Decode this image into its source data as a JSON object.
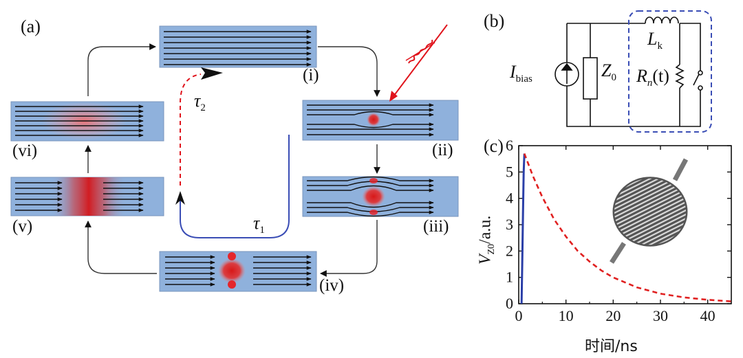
{
  "panel_a": {
    "label": "(a)",
    "stages": [
      "(i)",
      "(ii)",
      "(iii)",
      "(iv)",
      "(v)",
      "(vi)"
    ],
    "tau1": {
      "sym": "τ",
      "sub": "1"
    },
    "tau2": {
      "sym": "τ",
      "sub": "2"
    }
  },
  "panel_b": {
    "label": "(b)",
    "bias_current": {
      "sym": "I",
      "sub": "bias"
    },
    "impedance": {
      "sym": "Z",
      "sub": "0"
    },
    "kinetic_inductance": {
      "sym": "L",
      "sub": "k"
    },
    "resistance": {
      "sym": "R",
      "sub": "n",
      "arg": "(t)"
    }
  },
  "panel_c": {
    "label": "(c)",
    "chart_data": {
      "type": "line",
      "xlabel": "时间/ns",
      "ylabel": {
        "sym": "V",
        "sub": "Z0",
        "unit": "/a.u."
      },
      "xlim": [
        0,
        45
      ],
      "ylim": [
        0,
        6
      ],
      "x_ticks": [
        0,
        10,
        20,
        30,
        40
      ],
      "y_ticks": [
        0,
        1,
        2,
        3,
        4,
        5,
        6
      ],
      "series": [
        {
          "color": "#2b3fa8",
          "style": "solid",
          "x": [
            0.6,
            0.75,
            0.9,
            1.05,
            1.2
          ],
          "y": [
            0,
            1.5,
            3.4,
            5.0,
            5.7
          ]
        },
        {
          "color": "#e02020",
          "style": "dashed",
          "x": [
            1.2,
            3,
            5,
            7.5,
            10,
            12.5,
            15,
            17.5,
            20,
            25,
            30,
            35,
            40,
            45
          ],
          "y": [
            5.7,
            4.85,
            4.05,
            3.2,
            2.55,
            2.0,
            1.6,
            1.26,
            1.0,
            0.62,
            0.38,
            0.24,
            0.15,
            0.09
          ]
        }
      ]
    }
  }
}
